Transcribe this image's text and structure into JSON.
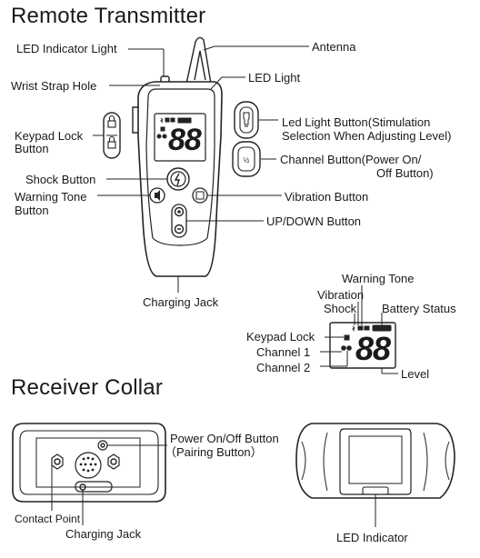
{
  "titles": {
    "remote": "Remote Transmitter",
    "collar": "Receiver Collar"
  },
  "remote_labels": {
    "led_indicator": "LED Indicator Light",
    "antenna": "Antenna",
    "wrist_strap": "Wrist Strap Hole",
    "led_light": "LED Light",
    "keypad_lock_1": "Keypad Lock",
    "keypad_lock_2": "Button",
    "led_light_button_1": "Led Light Button(Stimulation",
    "led_light_button_2": "Selection When Adjusting Level)",
    "channel_button_1": "Channel Button(Power On/",
    "channel_button_2": "Off Button)",
    "shock_button": "Shock Button",
    "warning_tone_button_1": "Warning Tone",
    "warning_tone_button_2": "Button",
    "vibration_button": "Vibration Button",
    "up_down_button": "UP/DOWN Button",
    "charging_jack": "Charging Jack"
  },
  "screen_labels": {
    "warning_tone": "Warning Tone",
    "vibration": "Vibration",
    "shock": "Shock",
    "battery_status": "Battery Status",
    "keypad_lock": "Keypad Lock",
    "channel_1": "Channel 1",
    "channel_2": "Channel 2",
    "level": "Level",
    "display_digits": "88"
  },
  "collar_labels": {
    "power_button_1": "Power On/Off Button",
    "power_button_2": "（Pairing Button）",
    "contact_point": "Contact Point",
    "charging_jack": "Charging Jack",
    "led_indicator": "LED Indicator"
  },
  "colors": {
    "ink": "#1a1a1a",
    "line": "#222222"
  }
}
